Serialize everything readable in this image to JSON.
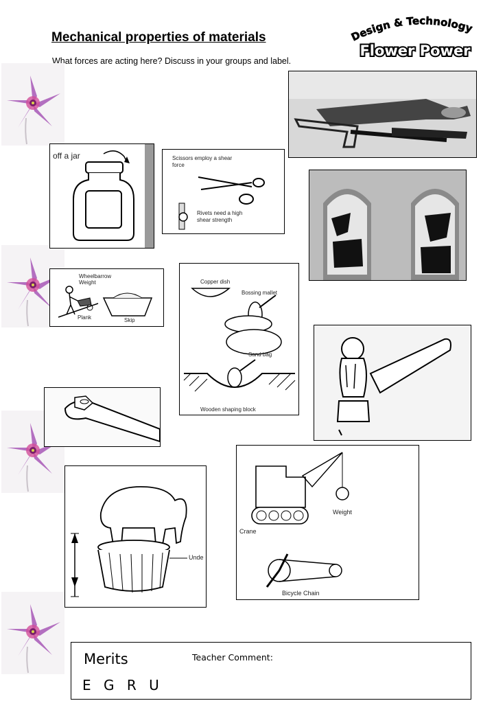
{
  "header": {
    "title": "Mechanical properties of materials",
    "subtitle": "What forces are acting here? Discuss in your groups and label.",
    "logo_line1": "Design & Technology",
    "logo_line2": "Flower Power"
  },
  "images": {
    "jar": {
      "caption": "off a jar"
    },
    "scissors": {
      "line1": "Scissors employ a shear",
      "line2": "force",
      "line3": "Rivets need a high",
      "line4": "shear strength"
    },
    "wheelbarrow": {
      "wheelbarrow": "Wheelbarrow",
      "weight": "Weight",
      "plank": "Plank",
      "skip": "Skip"
    },
    "bossing": {
      "copper_dish": "Copper dish",
      "mallet": "Bossing mallet",
      "sand_bag": "Sand bag",
      "block": "Wooden shaping block"
    },
    "elephant": {
      "caption": "Unde"
    },
    "crane": {
      "weight": "Weight",
      "crane": "Crane",
      "chain": "Bicycle Chain"
    }
  },
  "merits": {
    "title": "Merits",
    "grades": "E G R U",
    "teacher_comment": "Teacher Comment:"
  },
  "colors": {
    "petal": "#b36fc0",
    "petal_light": "#e2b9e6",
    "flower_center": "#7a1f6a",
    "logo_fill": "#000000"
  }
}
